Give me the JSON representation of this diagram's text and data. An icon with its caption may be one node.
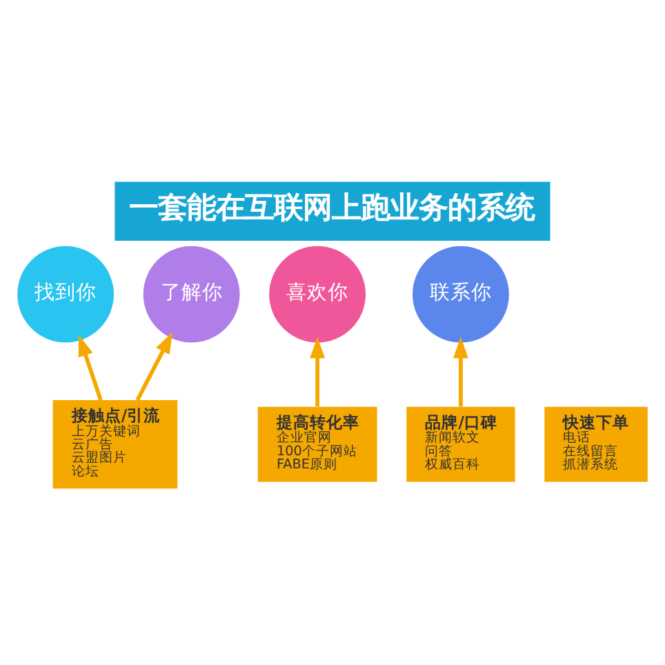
{
  "diagram": {
    "title": "一套能在互联网上跑业务的系统",
    "nodes": [
      {
        "text": [
          "找到你"
        ]
      },
      {
        "text": [
          "了解你"
        ]
      },
      {
        "text": [
          "喜欢你"
        ]
      },
      {
        "text": [
          "联系你"
        ]
      },
      {
        "text": [
          "接触点/引流",
          "上万关键词",
          "云广告",
          "云盟图片",
          "论坛"
        ]
      },
      {
        "text": [
          "提高转化率",
          "企业官网",
          "100个子网站",
          "FABE原则"
        ]
      },
      {
        "text": [
          "品牌/口碑",
          "新闻软文",
          "问答",
          "权威百科"
        ]
      },
      {
        "text": [
          "快速下单",
          "电话",
          "在线留言",
          "抓潜系统"
        ]
      }
    ],
    "edges": [
      {
        "from": 4,
        "to": 0,
        "arrow": "to"
      },
      {
        "from": 4,
        "to": 1,
        "arrow": "to"
      },
      {
        "from": 5,
        "to": 2,
        "arrow": "to"
      },
      {
        "from": 6,
        "to": 3,
        "arrow": "to"
      }
    ]
  }
}
